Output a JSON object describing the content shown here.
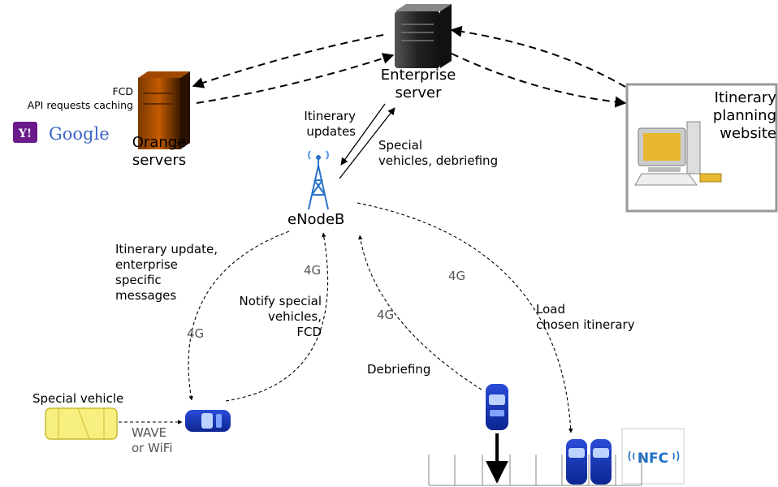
{
  "nodes": {
    "enterprise_server": "Enterprise\nserver",
    "orange_servers": "Orange\nservers",
    "website": "Itinerary\nplanning\nwebsite",
    "enodeb": "eNodeB",
    "special_vehicle": "Special vehicle"
  },
  "orange_features": "FCD\nAPI requests caching",
  "logos": {
    "yahoo": "Y!",
    "google": "Google",
    "nfc": "NFC"
  },
  "edges": {
    "itinerary_updates": "Itinerary\nupdates",
    "special_debriefing": "Special\nvehicles, debriefing",
    "itinerary_update_msgs": "Itinerary update,\nenterprise\nspecific\nmessages",
    "notify_special": "Notify special\nvehicles,\nFCD",
    "debriefing": "Debriefing",
    "load_itinerary": "Load\nchosen itinerary",
    "wave_wifi": "WAVE\nor WiFi",
    "g4_a": "4G",
    "g4_b": "4G",
    "g4_c": "4G",
    "g4_d": "4G"
  }
}
